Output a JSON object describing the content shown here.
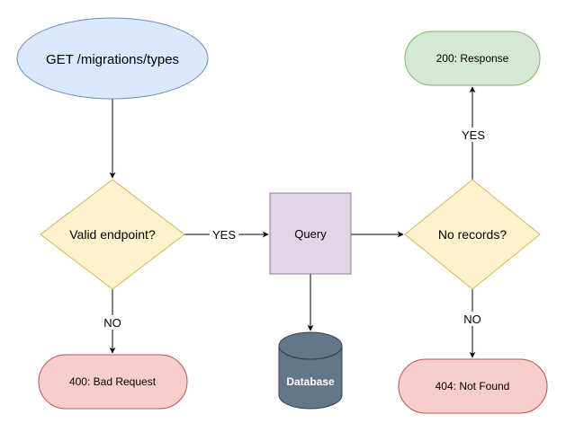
{
  "nodes": {
    "start": {
      "label": "GET /migrations/types",
      "fill": "#dae8fc",
      "stroke": "#6c8ebf"
    },
    "valid": {
      "label": "Valid endpoint?",
      "fill": "#fff2cc",
      "stroke": "#d6b656"
    },
    "query": {
      "label": "Query",
      "fill": "#e1d5e7",
      "stroke": "#9673a6"
    },
    "norecords": {
      "label": "No records?",
      "fill": "#fff2cc",
      "stroke": "#d6b656"
    },
    "response": {
      "label": "200: Response",
      "fill": "#d5e8d4",
      "stroke": "#82b366"
    },
    "badrequest": {
      "label": "400: Bad Request",
      "fill": "#f8cecc",
      "stroke": "#b85450"
    },
    "notfound": {
      "label": "404: Not Found",
      "fill": "#f8cecc",
      "stroke": "#b85450"
    },
    "database": {
      "label": "Database",
      "fill": "#647687",
      "stroke": "#314354",
      "text_color": "#ffffff"
    }
  },
  "edges": {
    "valid_to_query": {
      "label": "YES"
    },
    "valid_to_bad": {
      "label": "NO"
    },
    "norecords_to_response": {
      "label": "YES"
    },
    "norecords_to_notfound": {
      "label": "NO"
    }
  }
}
